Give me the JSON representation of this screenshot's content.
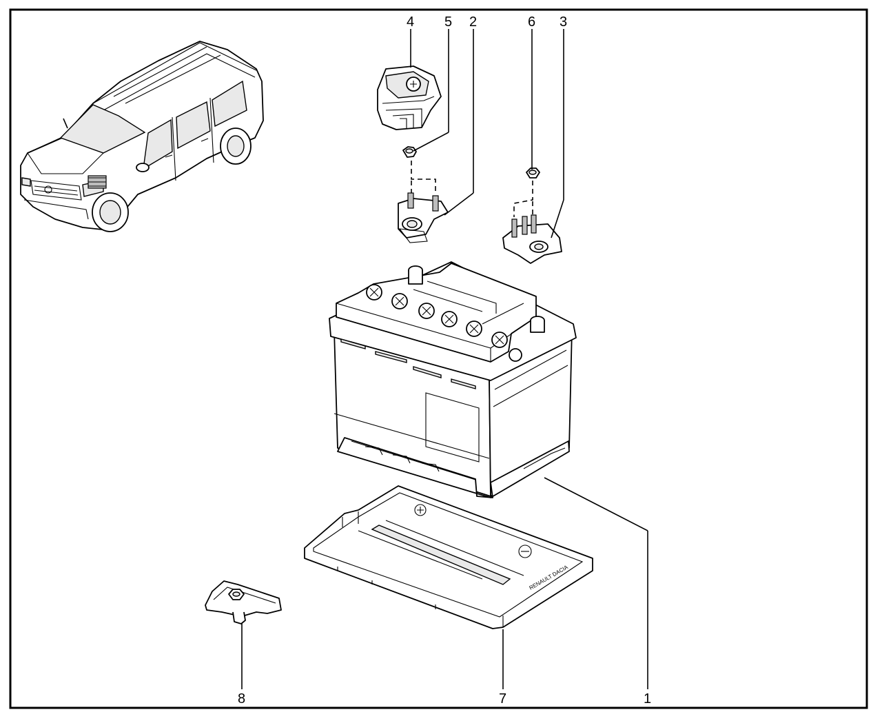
{
  "callouts": [
    {
      "id": "1",
      "label": "1"
    },
    {
      "id": "2",
      "label": "2"
    },
    {
      "id": "3",
      "label": "3"
    },
    {
      "id": "4",
      "label": "4"
    },
    {
      "id": "5",
      "label": "5"
    },
    {
      "id": "6",
      "label": "6"
    },
    {
      "id": "7",
      "label": "7"
    },
    {
      "id": "8",
      "label": "8"
    }
  ],
  "tray_label_lines": [
    "RENAULT DACIA",
    "...",
    "...",
    "..."
  ]
}
